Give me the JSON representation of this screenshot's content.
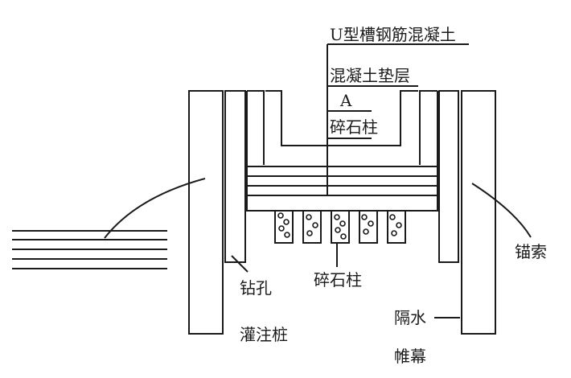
{
  "labels": {
    "u_channel": "U型槽钢筋混凝土",
    "cushion": "混凝土垫层",
    "a": "A",
    "gravel_top": "碎石柱",
    "anchor": "锚索",
    "drill": "钻孔",
    "gravel_bottom": "碎石柱",
    "pile": "灌注桩",
    "curtain_1": "隔水",
    "curtain_2": "帷幕"
  },
  "colors": {
    "line": "#1a1a1a",
    "background": "#ffffff"
  }
}
